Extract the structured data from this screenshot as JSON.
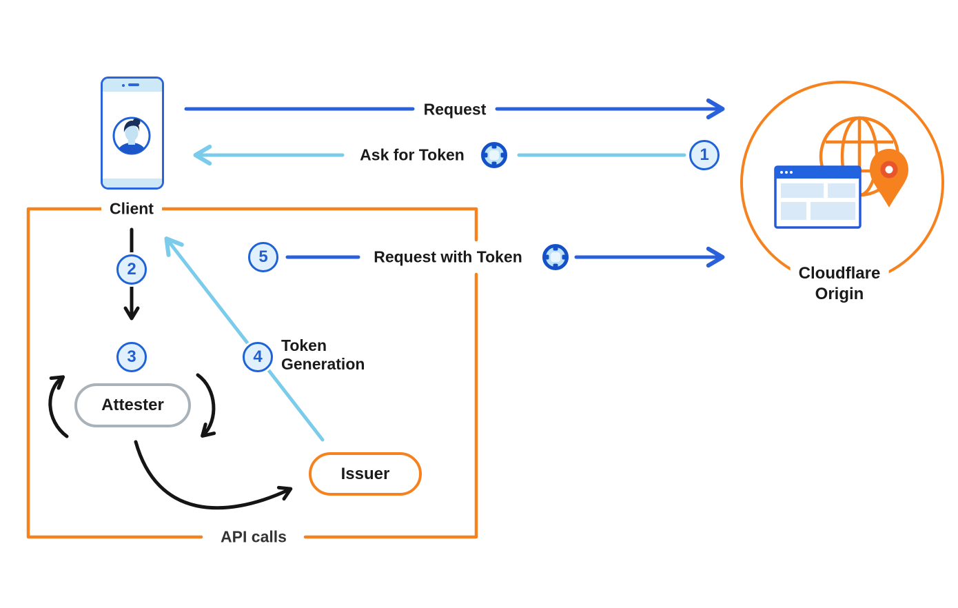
{
  "labels": {
    "client": "Client",
    "cloudflare_line1": "Cloudflare",
    "cloudflare_line2": "Origin",
    "attester": "Attester",
    "issuer": "Issuer",
    "api_calls": "API calls",
    "request": "Request",
    "ask_for_token": "Ask for Token",
    "request_with_token": "Request with Token",
    "token_gen_line1": "Token",
    "token_gen_line2": "Generation"
  },
  "badges": {
    "step1": "1",
    "step2": "2",
    "step3": "3",
    "step4": "4",
    "step5": "5"
  },
  "icons": {
    "token": "token-icon",
    "client_phone": "client-phone-icon",
    "user_avatar": "user-avatar-icon",
    "globe": "globe-icon",
    "browser_window": "browser-window-icon",
    "location_pin": "location-pin-icon"
  },
  "colors": {
    "arrow_blue": "#2A60DA",
    "arrow_light_blue": "#7BCBEA",
    "cloudflare_orange": "#F6821F",
    "arrow_black": "#151515",
    "badge_border": "#1E62D6",
    "badge_fill": "#E0F0FC",
    "badge_text": "#2160D3",
    "attester_border": "#A9B2B8",
    "text": "#1A1A1A"
  }
}
